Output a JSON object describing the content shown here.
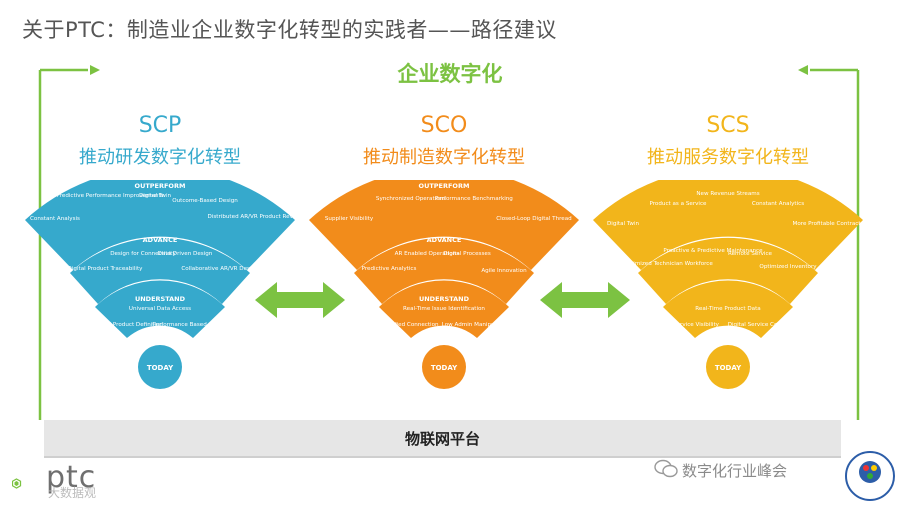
{
  "title": "关于PTC：制造业企业数字化转型的实践者——路径建议",
  "center_heading": "企业数字化",
  "platform_label": "物联网平台",
  "logo_text": "ptc",
  "watermark_left": "大数据观",
  "watermark_right": "数字化行业峰会",
  "colors": {
    "green": "#7cc242",
    "blue": "#36a9cc",
    "orange": "#f28c1b",
    "yellow": "#f2b51b"
  },
  "columns": [
    {
      "code": "SCP",
      "subtitle": "推动研发数字化转型",
      "bands": {
        "outer": "OUTPERFORM",
        "middle": "ADVANCE",
        "inner": "UNDERSTAND"
      },
      "outer_items": [
        "Constant Analysis",
        "Predictive Performance Improvements",
        "Digital Twin",
        "Outcome-Based Design",
        "Distributed AR/VR Product Review"
      ],
      "middle_items": [
        "Digital Product Traceability",
        "Design for Connectivity",
        "Data Driven Design",
        "Collaborative AR/VR Design"
      ],
      "inner_items": [
        "Digital Product Definition",
        "Universal Data Access",
        "Performance Based Analysis"
      ],
      "today": "TODAY"
    },
    {
      "code": "SCO",
      "subtitle": "推动制造数字化转型",
      "bands": {
        "outer": "OUTPERFORM",
        "middle": "ADVANCE",
        "inner": "UNDERSTAND"
      },
      "outer_items": [
        "Supplier Visibility",
        "Synchronized Operations",
        "Performance Benchmarking",
        "Closed-Loop Digital Thread"
      ],
      "middle_items": [
        "Predictive Analytics",
        "AR Enabled Operations",
        "Digital Processes",
        "Agile Innovation"
      ],
      "inner_items": [
        "Unified Connection",
        "Real-Time Issue Identification",
        "Low Admin Manipulation"
      ],
      "today": "TODAY"
    },
    {
      "code": "SCS",
      "subtitle": "推动服务数字化转型",
      "bands": {
        "outer": "",
        "middle": "",
        "inner": ""
      },
      "outer_items": [
        "Digital Twin",
        "Product as a Service",
        "New Revenue Streams",
        "Constant Analytics",
        "More Profitable Contracts"
      ],
      "middle_items": [
        "Optimized Technician Workforce",
        "Proactive & Predictive Maintenance",
        "Remote Service",
        "Optimized Inventory"
      ],
      "inner_items": [
        "Service Visibility",
        "Real-Time Product Data",
        "Digital Service Content"
      ],
      "today": "TODAY"
    }
  ]
}
